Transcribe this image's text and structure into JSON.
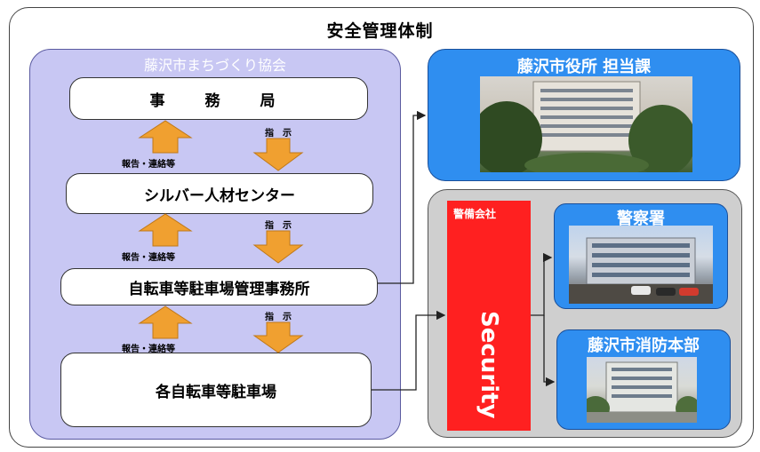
{
  "title": "安全管理体制",
  "association": {
    "title": "藤沢市まちづくり協会",
    "office": "事　務　局",
    "silver_center": "シルバー人材センター",
    "parking_office": "自転車等駐車場管理事務所",
    "parking_lots": "各自転車等駐車場",
    "instruction_label": "指　示",
    "report_label": "報告・連絡等"
  },
  "city_hall": {
    "title": "藤沢市役所 担当課"
  },
  "security": {
    "company_label": "警備会社",
    "text": "Security"
  },
  "police": {
    "title": "警察署"
  },
  "fire": {
    "title": "藤沢市消防本部"
  },
  "colors": {
    "association_panel": "#c8c7f3",
    "blue_panel": "#2f8ef0",
    "security_red": "#ff2020",
    "arrow_orange": "#f0a030",
    "gray_panel": "#cfcfcf"
  }
}
